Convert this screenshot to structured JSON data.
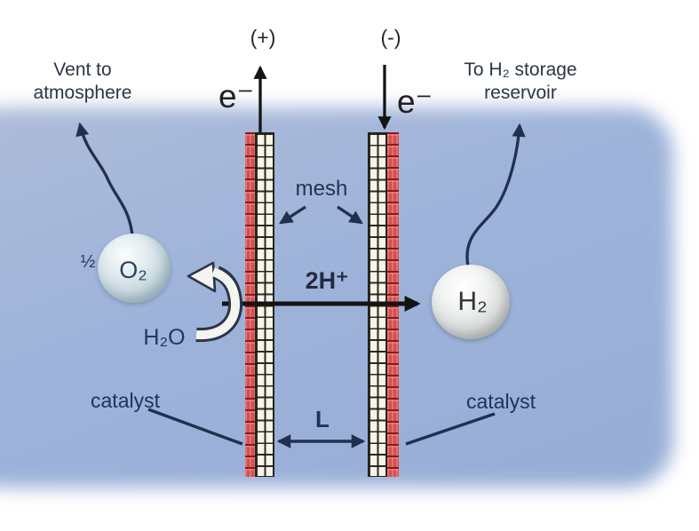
{
  "labels": {
    "vent": "Vent to\natmosphere",
    "storage": "To H₂ storage\nreservoir",
    "terminal_positive": "(+)",
    "terminal_negative": "(-)",
    "electron_left": "e⁻",
    "electron_right": "e⁻",
    "mesh": "mesh",
    "protons": "2H⁺",
    "half_coefficient": "½",
    "oxygen_bubble": "O₂",
    "water": "H₂O",
    "hydrogen_bubble": "H₂",
    "catalyst_left": "catalyst",
    "catalyst_right": "catalyst",
    "electrode_gap": "L"
  },
  "colors": {
    "panel_blue": "#9eb3da",
    "mesh_fill": "#f8f4e8",
    "catalyst_red": "#d25052",
    "label_navy": "#26334f",
    "arrow_black": "#1a1a1a",
    "recycle_arrow_white": "#f4f4f0"
  }
}
